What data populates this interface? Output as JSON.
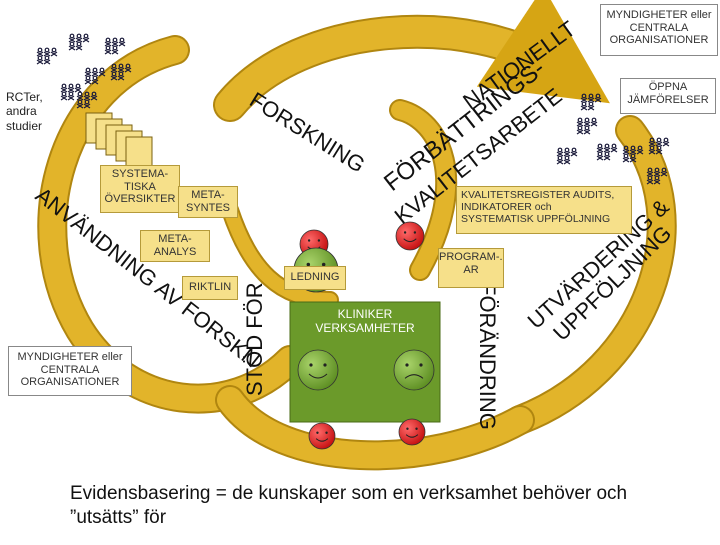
{
  "labels": {
    "top_right_org": "MYNDIGHETER eller CENTRALA ORGANISATIONER",
    "oppna": "ÖPPNA JÄMFÖRELSER",
    "rcter": "RCTer, andra studier",
    "systematiska": "SYSTEMA-TISKA ÖVERSIKTER",
    "metasyntes": "META-SYNTES",
    "metaanalys": "META-ANALYS",
    "riktlinjer": "RIKTLIN",
    "ledning": "LEDNING",
    "program": "PROGRAM-...-AR",
    "kliniker": "KLINIKER VERKSAMHETER",
    "kvalitetsregister": "KVALITETSREGISTER AUDITS, INDIKATORER och SYSTEMATISK UPPFÖLJNING",
    "bottom_left_org": "MYNDIGHETER eller CENTRALA ORGANISATIONER"
  },
  "arc_words": {
    "forskning": "FORSKNING",
    "forbattrings": "FÖRBÄTTRINGS-",
    "utvalitetsarbete": "KVALITETSARBETE",
    "nationellt": "NATIONELLT",
    "utvardering": "UTVÄRDERING &",
    "uppfoljning": "UPPFÖLJNING",
    "anvandning": "ANVÄNDNING AV FORSKN",
    "stod_for": "STÖD FÖR",
    "forandring": "FÖRÄNDRING"
  },
  "caption": "Evidensbasering = de kunskaper som en verksamhet behöver och ”utsätts” för",
  "colors": {
    "arrow_gold": "#d6a514",
    "arrow_edge": "#b08610",
    "box_yellow": "#f6e08a",
    "green": "#6b9a2a",
    "smiley_red": "#e32222",
    "smiley_green": "#76a33a"
  },
  "icons": [
    "person-cluster-icon",
    "smiley-icon",
    "frown-icon"
  ]
}
